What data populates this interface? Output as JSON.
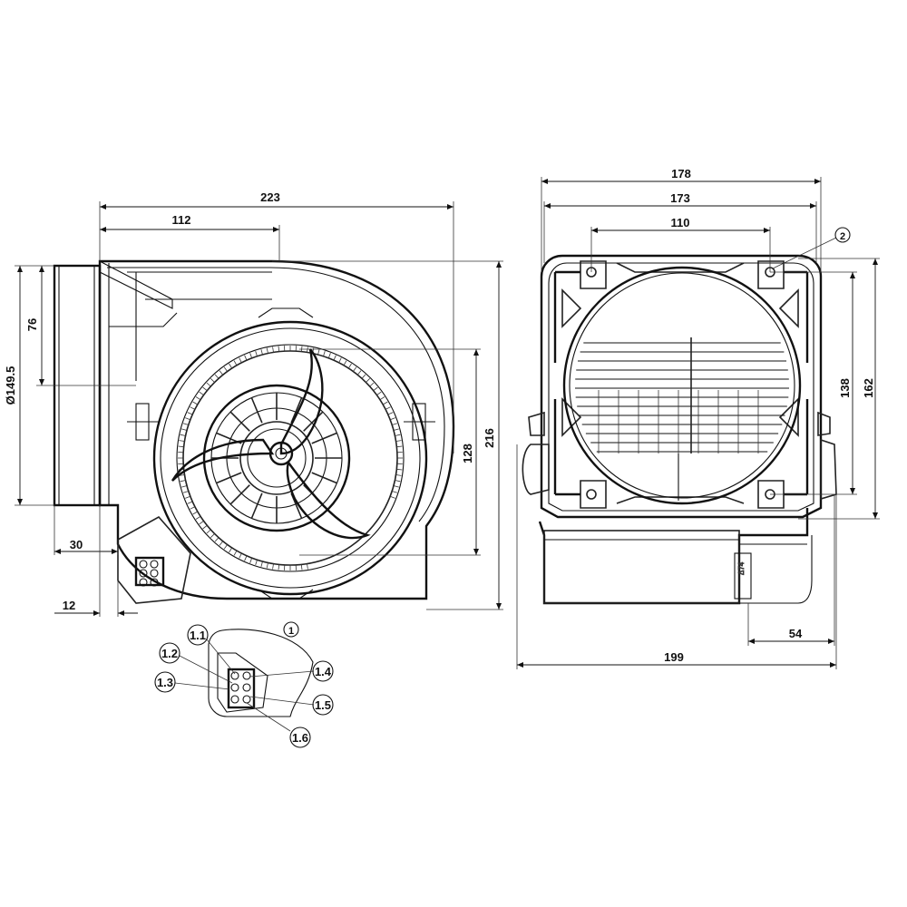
{
  "dimensions": {
    "left_width_total": "223",
    "left_width_half": "112",
    "left_diameter": "Ø149.5",
    "left_76": "76",
    "left_30": "30",
    "left_12": "12",
    "left_height_128": "128",
    "left_height_216": "216",
    "right_178": "178",
    "right_173": "173",
    "right_110": "110",
    "right_138": "138",
    "right_162": "162",
    "right_54": "54",
    "right_199": "199"
  },
  "callouts": {
    "item_2": "2",
    "item_1": "1",
    "pin_1_1": "1.1",
    "pin_1_2": "1.2",
    "pin_1_3": "1.3",
    "pin_1_4": "1.4",
    "pin_1_5": "1.5",
    "pin_1_6": "1.6"
  }
}
